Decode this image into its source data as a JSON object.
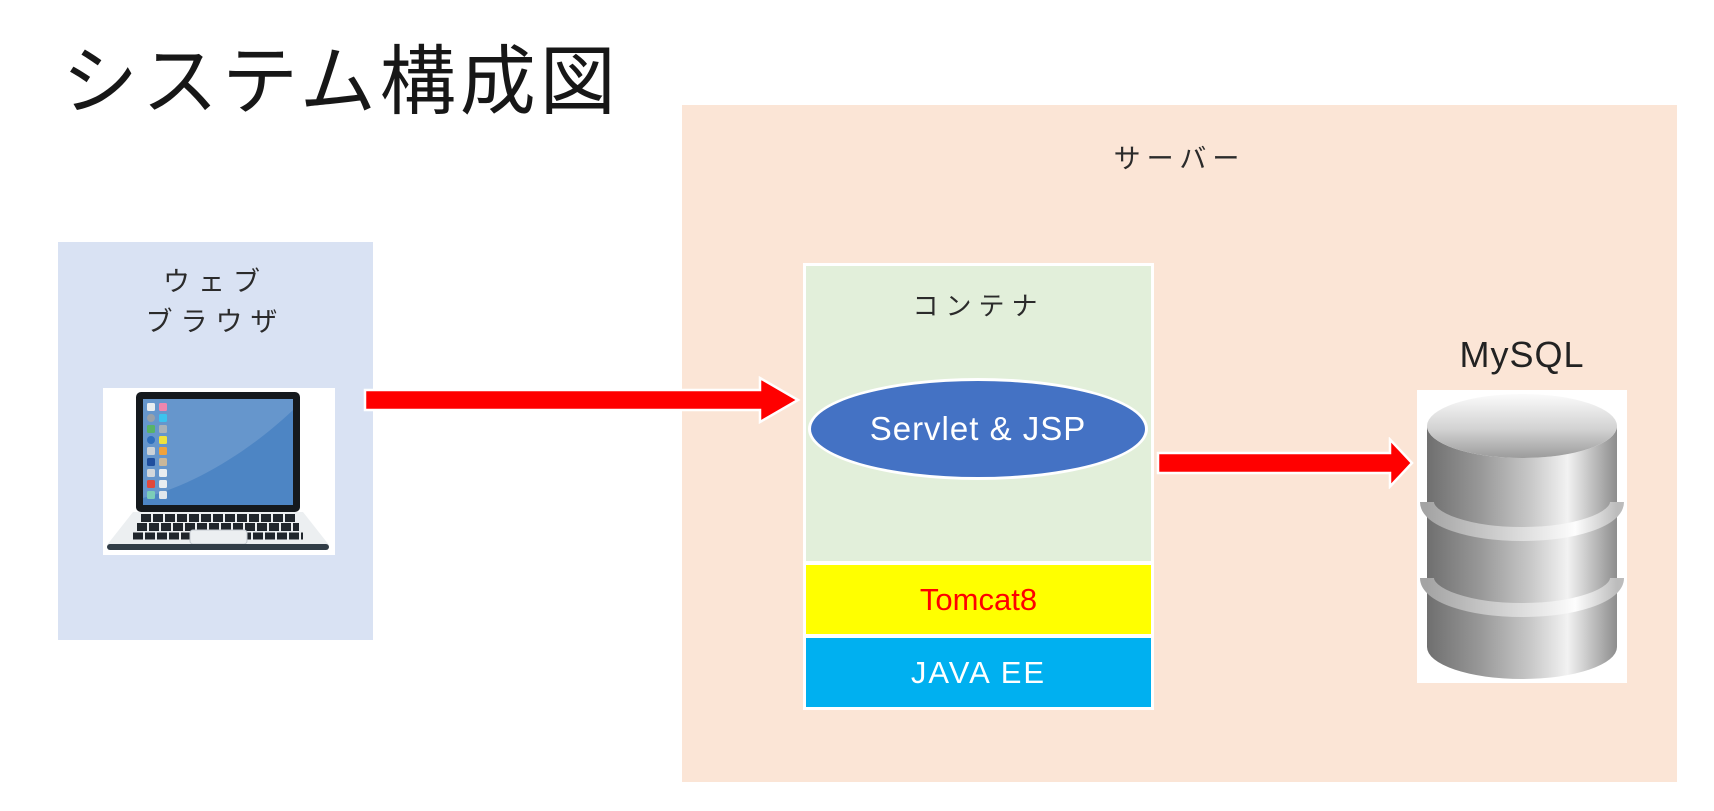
{
  "title": "システム構成図",
  "client": {
    "label_line1": "ウェブ",
    "label_line2": "ブラウザ"
  },
  "server": {
    "label": "サーバー",
    "container": {
      "label": "コンテナ",
      "servlet_jsp": "Servlet & JSP",
      "tomcat": "Tomcat8",
      "javaee": "JAVA EE"
    }
  },
  "database": {
    "label": "MySQL"
  },
  "icons": {
    "client": "laptop-icon",
    "database": "database-cylinder-icon",
    "client_to_container": "red-arrow-right-icon",
    "container_to_database": "red-arrow-right-icon"
  },
  "colors": {
    "server_bg": "#FBE5D6",
    "client_bg": "#D9E2F3",
    "container_bg": "#E2EFDA",
    "tomcat_bg": "#FFFF00",
    "javaee_bg": "#00B0F0",
    "ellipse_bg": "#4472C4",
    "arrow": "#FF0000",
    "tomcat_text": "#FF0000",
    "label_text": "#2B2B2B",
    "title_text": "#171717"
  }
}
